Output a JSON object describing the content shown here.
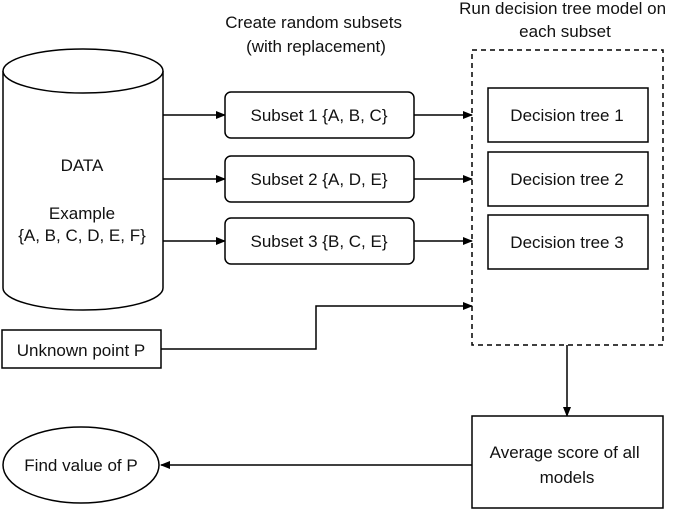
{
  "header": {
    "subsets_heading": [
      "Create random subsets",
      "(with replacement)"
    ],
    "model_heading": [
      "Run decision tree model on",
      "each subset"
    ]
  },
  "data_store": {
    "title": "DATA",
    "example_label": "Example",
    "example_set": "{A, B, C, D, E, F}"
  },
  "subsets": [
    {
      "label": "Subset 1 {A, B, C}"
    },
    {
      "label": "Subset 2 {A, D, E}"
    },
    {
      "label": "Subset 3 {B, C, E}"
    }
  ],
  "trees": [
    {
      "label": "Decision tree 1"
    },
    {
      "label": "Decision tree 2"
    },
    {
      "label": "Decision tree 3"
    }
  ],
  "unknown_point": "Unknown point P",
  "average": [
    "Average score of all",
    "models"
  ],
  "result": "Find value of P",
  "colors": {
    "stroke": "#000000",
    "text": "#111111",
    "background": "#ffffff"
  }
}
